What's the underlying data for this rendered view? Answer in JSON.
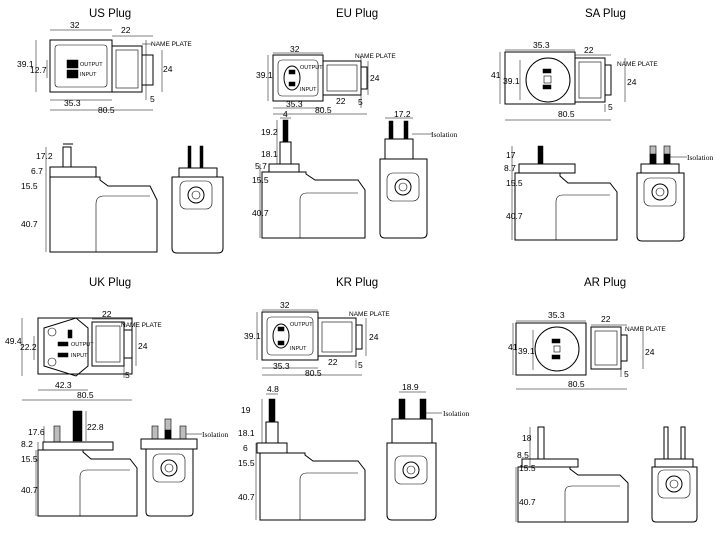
{
  "plugs": {
    "us": {
      "title": "US Plug",
      "top": {
        "w32": "32",
        "w22": "22",
        "h39": "39.1",
        "h12": "12.7",
        "h24": "24",
        "w35": "35.3",
        "w80": "80.5",
        "d5": "5",
        "nameplate": "NAME PLATE"
      },
      "side": {
        "d17": "17.2",
        "d6": "6.7",
        "d15": "15.5",
        "d40": "40.7"
      }
    },
    "eu": {
      "title": "EU Plug",
      "top": {
        "w32": "32",
        "w22": "22",
        "h39": "39.1",
        "h24": "24",
        "w35": "35.3",
        "w80": "80.5",
        "d5": "5",
        "nameplate": "NAME PLATE"
      },
      "side": {
        "d4": "4",
        "d19": "19.2",
        "d18": "18.1",
        "d5": "5.7",
        "d15": "15.5",
        "d40": "40.7",
        "f17": "17.2",
        "isolation": "Isolation"
      }
    },
    "sa": {
      "title": "SA Plug",
      "top": {
        "w35": "35.3",
        "w22": "22",
        "h41": "41",
        "h39": "39.1",
        "h24": "24",
        "w80": "80.5",
        "d5": "5",
        "nameplate": "NAME PLATE"
      },
      "side": {
        "d17": "17",
        "d8": "8.7",
        "d15": "15.5",
        "d40": "40.7",
        "isolation": "Isolation"
      }
    },
    "uk": {
      "title": "UK Plug",
      "top": {
        "w22": "22",
        "h49": "49.4",
        "h22": "22.2",
        "h24": "24",
        "w42": "42.3",
        "w80": "80.5",
        "d5": "5",
        "nameplate": "NAME PLATE"
      },
      "side": {
        "d17": "17.6",
        "d22": "22.8",
        "d8": "8.2",
        "d15": "15.5",
        "d40": "40.7",
        "isolation": "Isolation"
      }
    },
    "kr": {
      "title": "KR Plug",
      "top": {
        "w32": "32",
        "h39": "39.1",
        "h24": "24",
        "w22": "22",
        "w35": "35.3",
        "w80": "80.5",
        "d5": "5",
        "nameplate": "NAME PLATE"
      },
      "side": {
        "d4": "4.8",
        "d19": "19",
        "d18": "18.1",
        "d6": "6",
        "d15": "15.5",
        "d40": "40.7",
        "f18": "18.9",
        "isolation": "Isolation"
      }
    },
    "ar": {
      "title": "AR Plug",
      "top": {
        "w35": "35.3",
        "w22": "22",
        "h41": "41",
        "h39": "39.1",
        "h24": "24",
        "w80": "80.5",
        "d5": "5",
        "nameplate": "NAME PLATE"
      },
      "side": {
        "d18": "18",
        "d8": "8.5",
        "d15": "15.5",
        "d40": "40.7"
      }
    }
  },
  "pin_labels": {
    "output": "OUTPUT",
    "input": "INPUT"
  }
}
